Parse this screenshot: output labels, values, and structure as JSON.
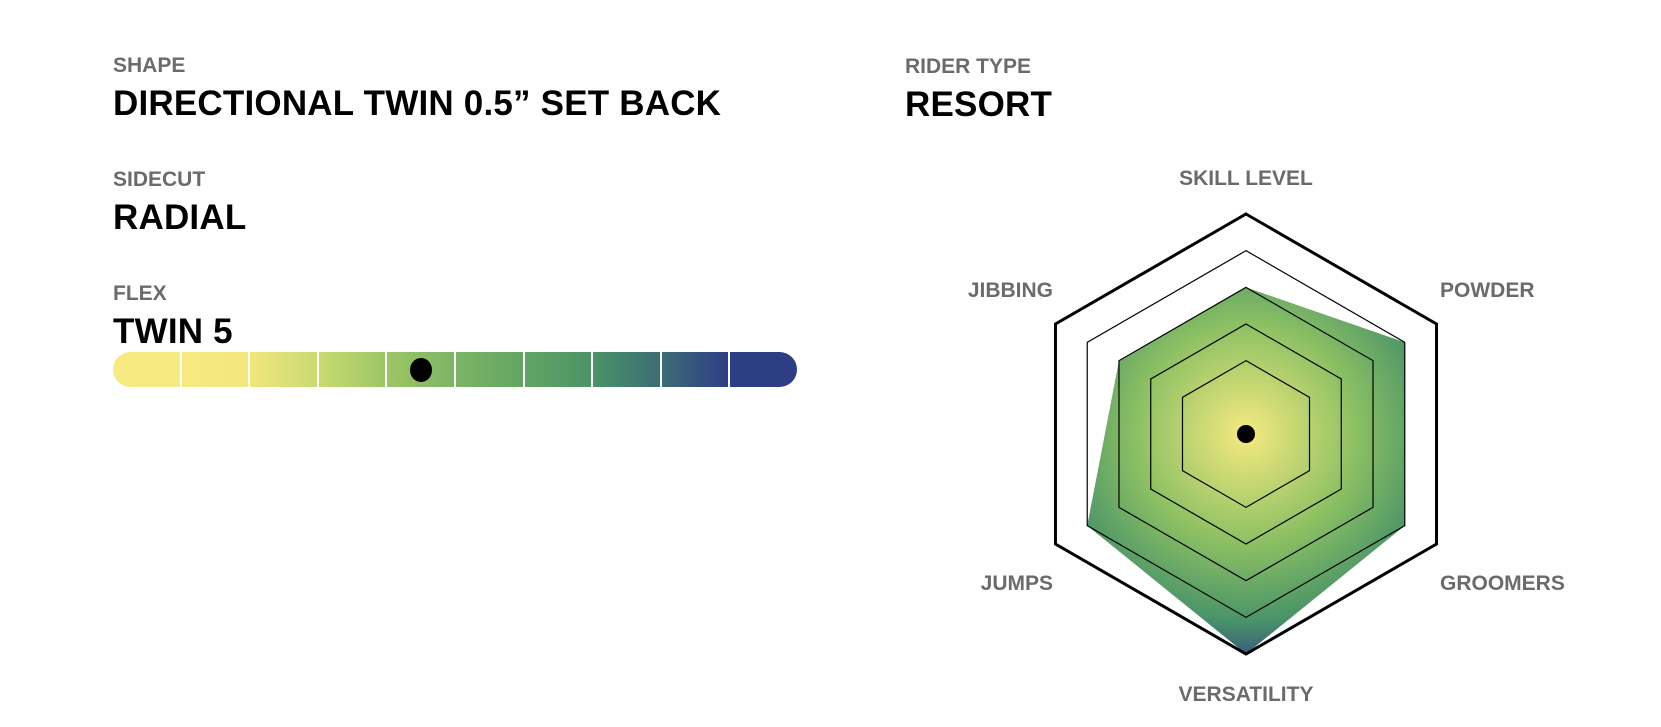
{
  "specs": {
    "shape": {
      "label": "SHAPE",
      "value": "DIRECTIONAL TWIN 0.5” SET BACK"
    },
    "sidecut": {
      "label": "SIDECUT",
      "value": "RADIAL"
    },
    "flex": {
      "label": "FLEX",
      "value": "TWIN 5",
      "scale_max": 10,
      "level": 5,
      "segment_colors": [
        "#f6ea80",
        "#f6ea80",
        "#f2e67c",
        "#c9db72",
        "#9cc665",
        "#7db565",
        "#62a463",
        "#4a9468",
        "#3d6b75",
        "#2e3e85"
      ]
    },
    "rider_type": {
      "label": "RIDER TYPE",
      "value": "RESORT"
    }
  },
  "chart_data": {
    "type": "radar",
    "title": "",
    "axes": [
      "SKILL LEVEL",
      "POWDER",
      "GROOMERS",
      "VERSATILITY",
      "JUMPS",
      "JIBBING"
    ],
    "values": [
      4,
      5,
      5,
      6,
      5,
      4
    ],
    "range": [
      0,
      6
    ],
    "rings": [
      2,
      3,
      4,
      5,
      6
    ],
    "grid": true,
    "fill_gradient": {
      "center": "#f6ea80",
      "mid": "#8cc063",
      "outer": "#4a9468",
      "edge": "#3a5f7a"
    },
    "legend": "none"
  }
}
